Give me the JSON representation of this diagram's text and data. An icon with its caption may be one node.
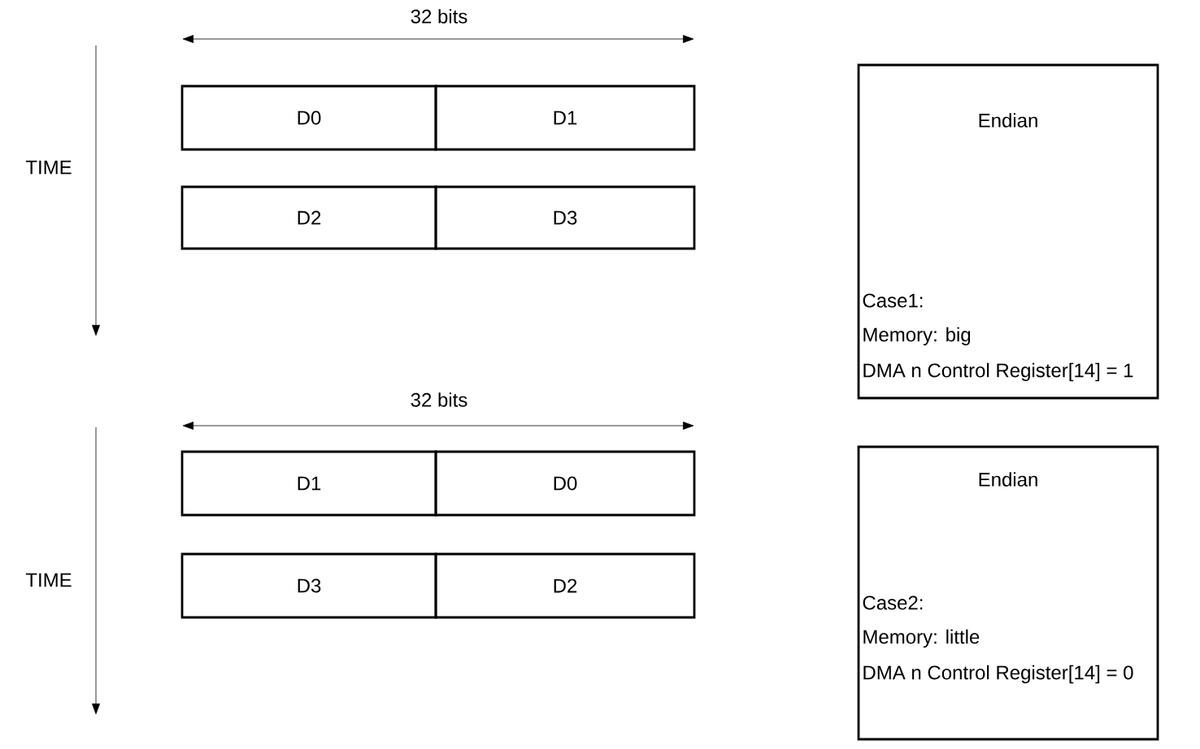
{
  "diagram": {
    "nodes": [
      {
        "text": [
          "D0"
        ]
      },
      {
        "text": [
          "D1"
        ]
      },
      {
        "text": [
          "D2"
        ]
      },
      {
        "text": [
          "D3"
        ]
      },
      {
        "text": [
          "Endian",
          "Case1:",
          "Memory: big",
          "DMA n Control Register[14] = 1"
        ]
      },
      {
        "text": [
          "D1"
        ]
      },
      {
        "text": [
          "D0"
        ]
      },
      {
        "text": [
          "D3"
        ]
      },
      {
        "text": [
          "D2"
        ]
      },
      {
        "text": [
          "Endian",
          "Case2:",
          "Memory: little",
          "DMA n Control Register[14] = 0"
        ]
      }
    ],
    "labels": [
      "32 bits",
      "TIME",
      "32 bits",
      "TIME"
    ]
  }
}
